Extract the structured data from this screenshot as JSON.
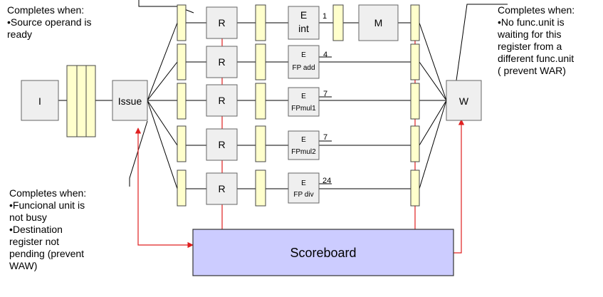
{
  "stages": {
    "fetch": "I",
    "issue": "Issue",
    "read_operands": "R",
    "memory": "M",
    "write_result": "W",
    "scoreboard": "Scoreboard"
  },
  "units": [
    {
      "top": "E",
      "bottom": "int",
      "latency": "1"
    },
    {
      "top": "E",
      "bottom": "FP add",
      "latency": "4"
    },
    {
      "top": "E",
      "bottom": "FPmul1",
      "latency": "7"
    },
    {
      "top": "E",
      "bottom": "FPmul2",
      "latency": "7"
    },
    {
      "top": "E",
      "bottom": "FP div",
      "latency": "24"
    }
  ],
  "notes": {
    "read": [
      "Completes when:",
      "•Source operand is",
      "ready"
    ],
    "write": [
      "Completes when:",
      "•No func.unit is",
      "waiting for this",
      "register from a",
      "different func.unit",
      "( prevent WAR)"
    ],
    "issue": [
      "Completes when:",
      "•Funcional unit is",
      "not busy",
      "•Destination",
      "register not",
      "pending (prevent",
      "WAW)"
    ]
  },
  "colors": {
    "latch_fill": "#ffffcc",
    "box_fill": "#efefef",
    "scoreboard_fill": "#ccccff",
    "signal_line": "#e02020",
    "wire": "#000000"
  }
}
